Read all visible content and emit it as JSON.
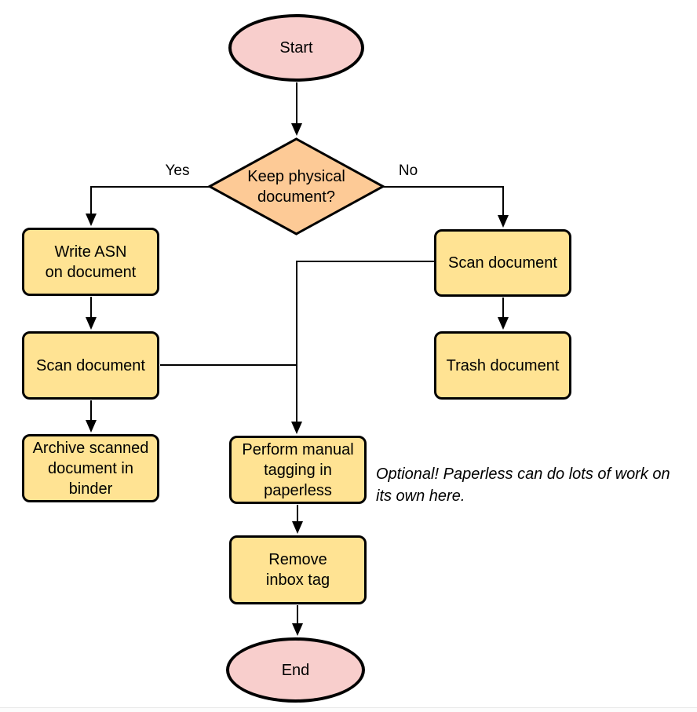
{
  "diagram": {
    "type": "flowchart",
    "nodes": {
      "start": {
        "label": "Start",
        "shape": "terminator"
      },
      "decision": {
        "label": "Keep physical\ndocument?",
        "shape": "decision"
      },
      "write_asn": {
        "label": "Write ASN\non document",
        "shape": "process"
      },
      "scan_left": {
        "label": "Scan document",
        "shape": "process"
      },
      "archive": {
        "label": "Archive scanned\ndocument in\nbinder",
        "shape": "process"
      },
      "scan_right": {
        "label": "Scan document",
        "shape": "process"
      },
      "trash": {
        "label": "Trash document",
        "shape": "process"
      },
      "tagging": {
        "label": "Perform manual\ntagging in\npaperless",
        "shape": "process"
      },
      "remove_inbox": {
        "label": "Remove\ninbox tag",
        "shape": "process"
      },
      "end": {
        "label": "End",
        "shape": "terminator"
      }
    },
    "edge_labels": {
      "yes": "Yes",
      "no": "No"
    },
    "note": "Optional! Paperless can do lots of work on\nits own here.",
    "colors": {
      "terminator_fill": "#f8cecc",
      "decision_fill": "#fdca96",
      "process_fill": "#ffe393",
      "stroke": "#000000",
      "text": "#000000"
    }
  }
}
